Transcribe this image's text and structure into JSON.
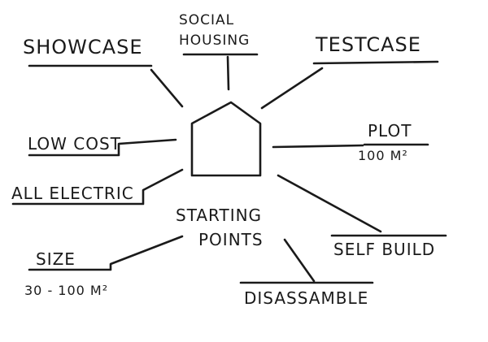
{
  "labels": {
    "showcase": "SHOWCASE",
    "social_housing_line1": "SOCIAL",
    "social_housing_line2": "HOUSING",
    "testcase": "TESTCASE",
    "low_cost": "LOW COST",
    "plot": "PLOT",
    "plot_size": "100 M²",
    "all_electric": "ALL ELECTRIC",
    "starting_points_line1": "STARTING",
    "starting_points_line2": "POINTS",
    "self_build": "SELF BUILD",
    "size": "SIZE",
    "size_range": "30 - 100 M²",
    "disassamble": "DISASSAMBLE"
  },
  "colors": {
    "ink": "#1a1a1a",
    "paper": "#ffffff"
  }
}
